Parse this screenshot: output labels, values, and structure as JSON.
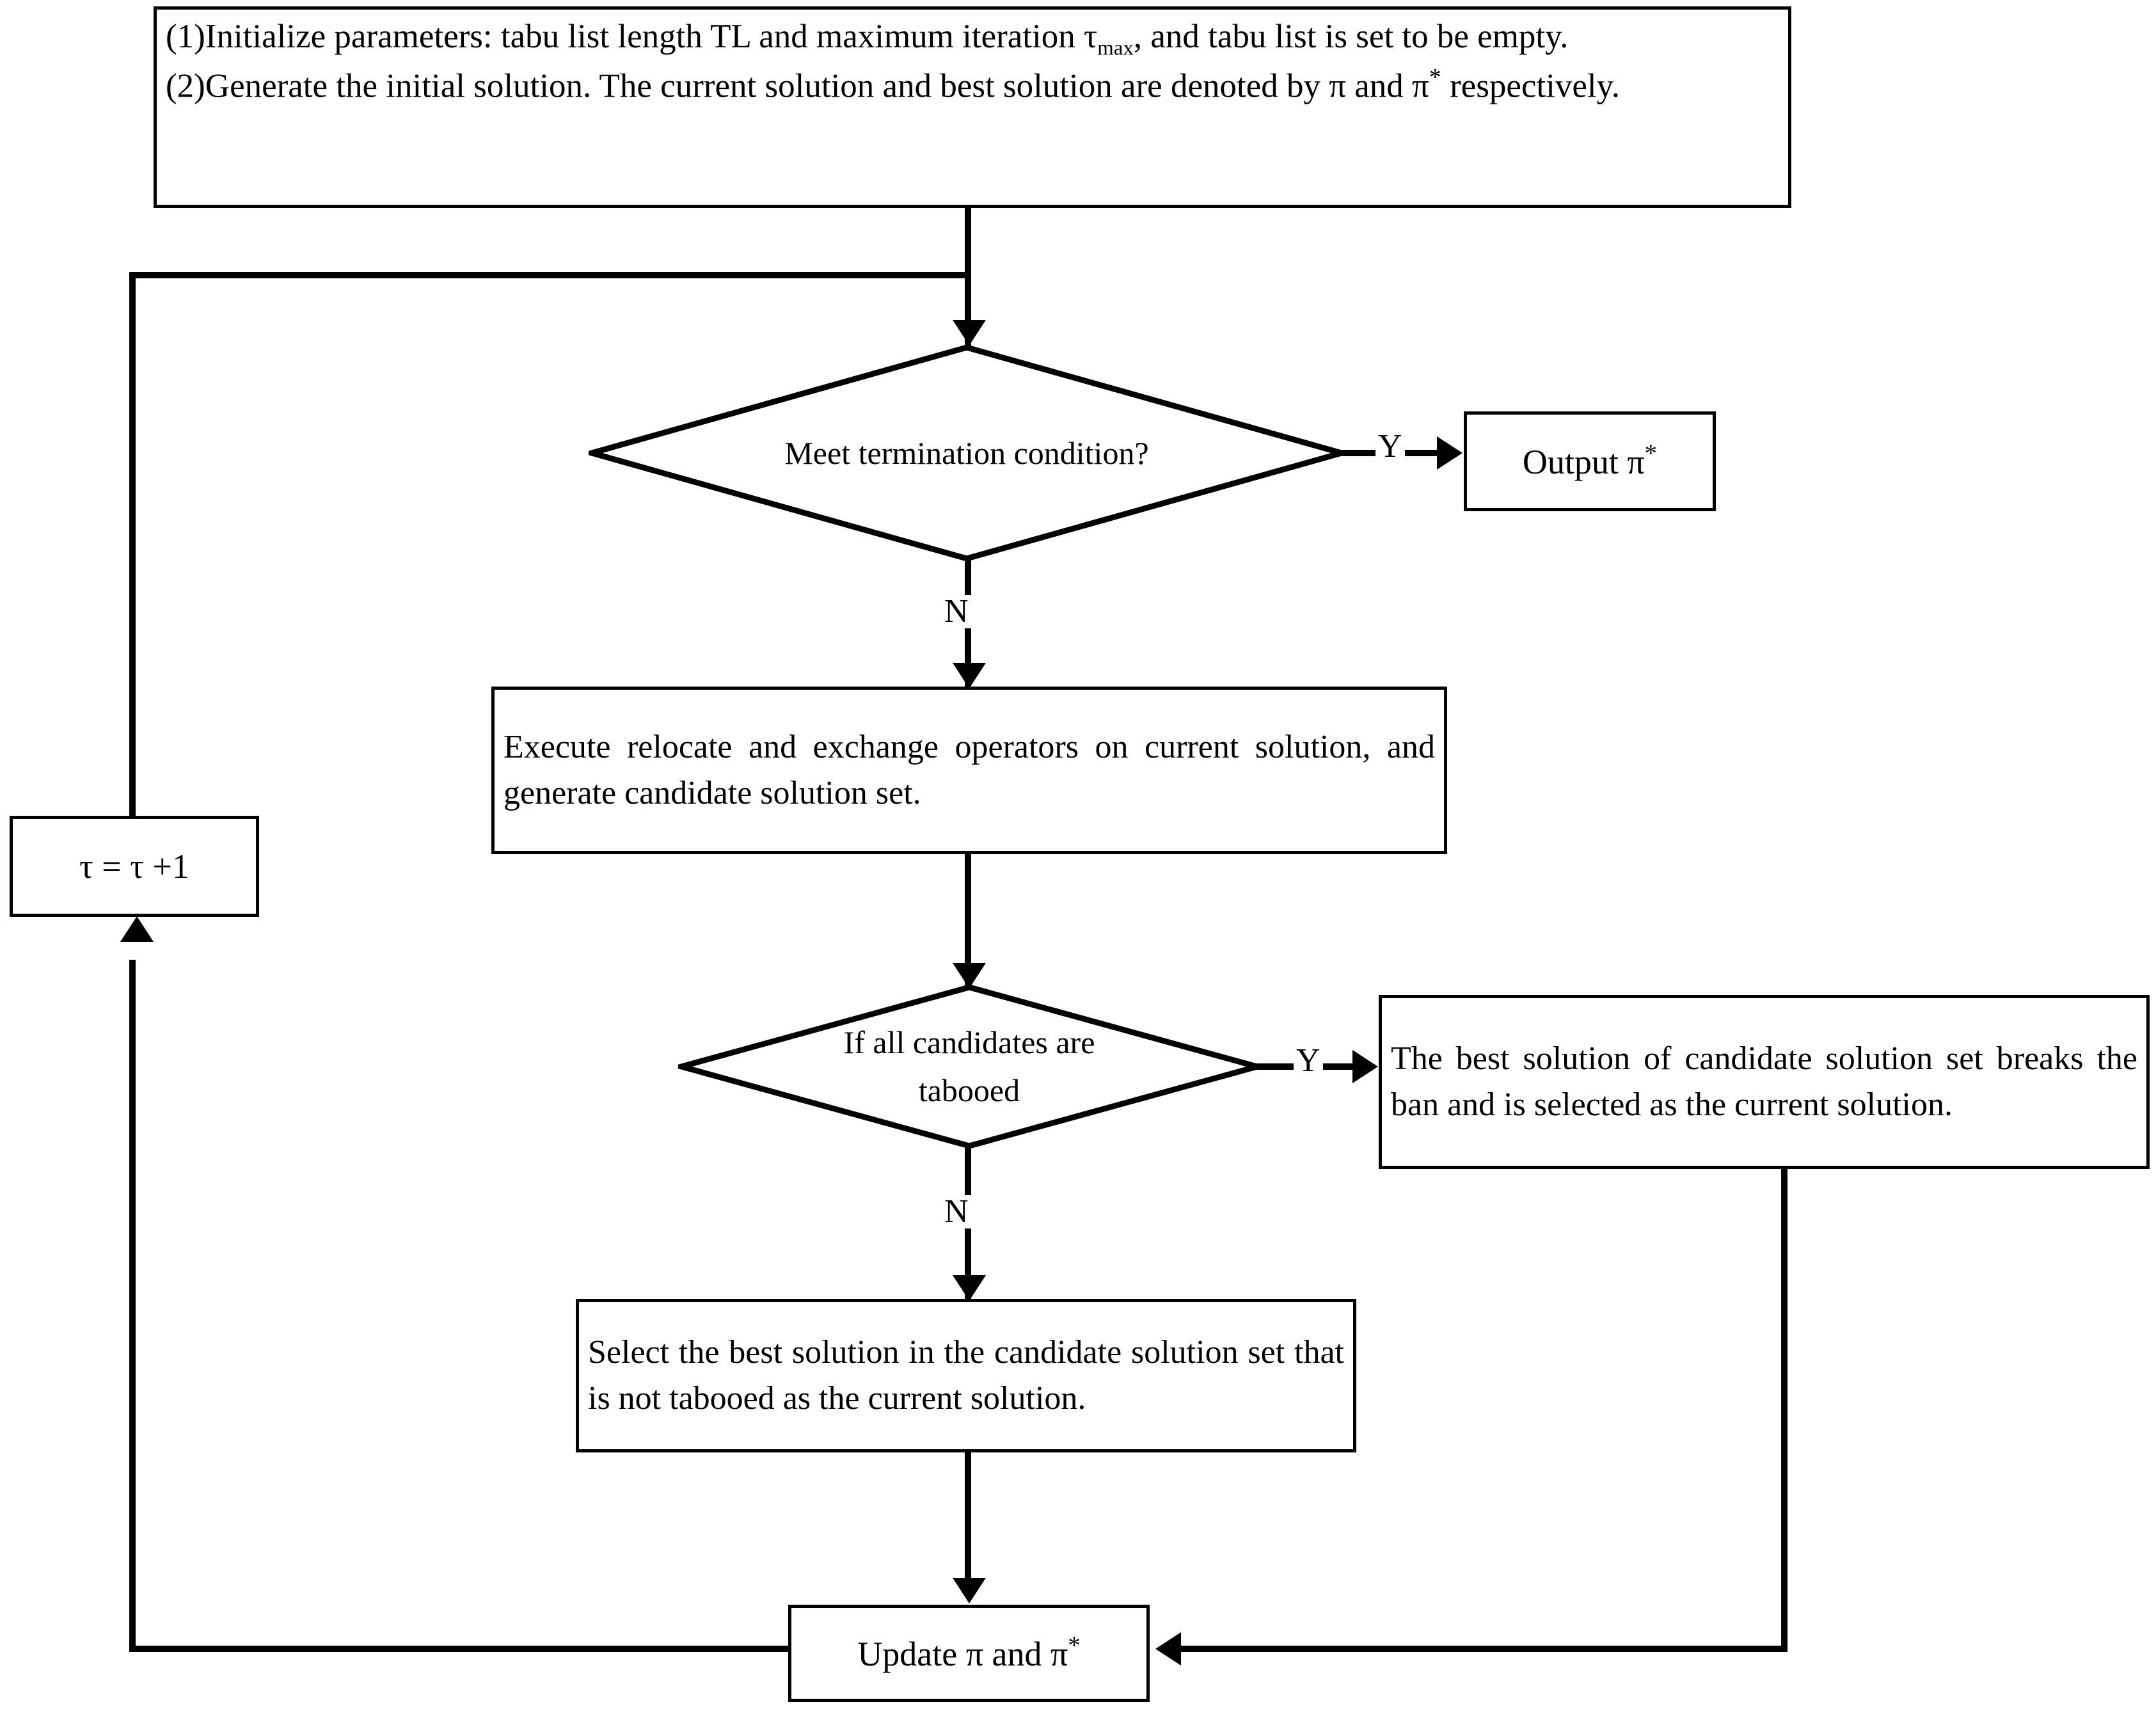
{
  "diagram": {
    "title": "Tabu search algorithm flowchart",
    "type": "flowchart",
    "stroke_color": "#000000",
    "background_color": "#ffffff"
  },
  "nodes": {
    "init": {
      "shape": "process",
      "line1": "(1)Initialize parameters: tabu list length TL and maximum iteration τmax, and tabu list is set to be empty.",
      "line2": "(2)Generate the initial solution.  The current solution and best solution are denoted by π and π* respectively.",
      "text_l1_a": "(1)Initialize parameters: tabu list length TL and maximum iteration τ",
      "text_l1_sub": "max",
      "text_l1_b": ", and tabu list is set to be empty.",
      "text_l2_a": "(2)Generate the initial solution.  The current solution and best solution are denoted by π and π",
      "text_l2_star": "*",
      "text_l2_b": " respectively."
    },
    "decision_terminate": {
      "shape": "decision",
      "label": "Meet termination condition?"
    },
    "output": {
      "shape": "process",
      "label_a": "Output π",
      "label_star": "*"
    },
    "execute": {
      "shape": "process",
      "label": "Execute relocate and exchange operators on current solution, and generate candidate solution set."
    },
    "decision_tabooed": {
      "shape": "decision",
      "label_line1": "If all candidates are",
      "label_line2": "tabooed"
    },
    "break_ban": {
      "shape": "process",
      "label": "The best solution of candidate solution set breaks the ban and is selected as the current solution."
    },
    "select_best": {
      "shape": "process",
      "label": "Select the best solution in the candidate solution set that is not tabooed as the current solution."
    },
    "update": {
      "shape": "process",
      "label_a": "Update π and π",
      "label_star": "*"
    },
    "increment": {
      "shape": "process",
      "label": "τ = τ +1"
    }
  },
  "edge_labels": {
    "terminate_yes": "Y",
    "terminate_no": "N",
    "tabooed_yes": "Y",
    "tabooed_no": "N"
  }
}
